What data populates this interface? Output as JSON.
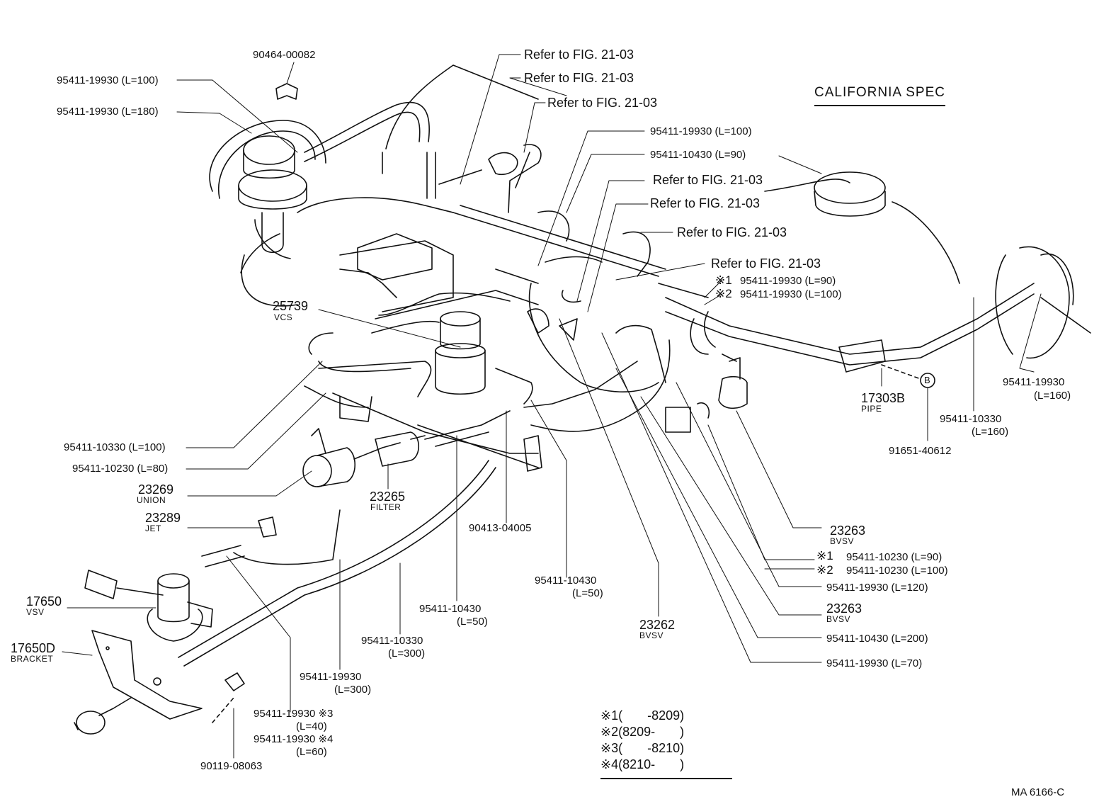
{
  "title": "CALIFORNIA SPEC",
  "drawing_code": "MA  6166-C",
  "parts": {
    "p90464": "90464-00082",
    "h100_top": "95411-19930 (L=100)",
    "h180_top": "95411-19930 (L=180)",
    "ref1": "Refer to FIG. 21-03",
    "ref2": "Refer to FIG. 21-03",
    "ref3": "Refer to FIG. 21-03",
    "h100_mid": "95411-19930 (L=100)",
    "h90_mid": "95411-10430 (L=90)",
    "ref4": "Refer to FIG. 21-03",
    "ref5": "Refer to FIG. 21-03",
    "ref6": "Refer to FIG. 21-03",
    "ref7": "Refer to FIG. 21-03",
    "n1_mark": "※1",
    "n1_text": "95411-19930 (L=90)",
    "n2_mark": "※2",
    "n2_text": "95411-19930 (L=100)",
    "p25739": "25739",
    "p25739_sub": "VCS",
    "p17303b": "17303B",
    "p17303b_sub": "PIPE",
    "circle_b": "B",
    "h160_r": "95411-19930",
    "h160_r_len": "(L=160)",
    "h10330_160": "95411-10330",
    "h10330_160_len": "(L=160)",
    "p91651": "91651-40612",
    "h10330_100": "95411-10330 (L=100)",
    "h10230_80": "95411-10230 (L=80)",
    "p23269": "23269",
    "p23269_sub": "UNION",
    "p23265": "23265",
    "p23265_sub": "FILTER",
    "p23289": "23289",
    "p23289_sub": "JET",
    "p90413": "90413-04005",
    "p23263a": "23263",
    "p23263a_sub": "BVSV",
    "r1_mark": "※1",
    "r1_text": "95411-10230 (L=90)",
    "r2_mark": "※2",
    "r2_text": "95411-10230 (L=100)",
    "h19930_120": "95411-19930 (L=120)",
    "p23263b": "23263",
    "p23263b_sub": "BVSV",
    "h10430_200": "95411-10430 (L=200)",
    "h19930_70": "95411-19930 (L=70)",
    "h10430_50a": "95411-10430",
    "h10430_50a_len": "(L=50)",
    "h10430_50b": "95411-10430",
    "h10430_50b_len": "(L=50)",
    "p23262": "23262",
    "p23262_sub": "BVSV",
    "p17650": "17650",
    "p17650_sub": "VSV",
    "p17650d": "17650D",
    "p17650d_sub": "BRACKET",
    "h10330_300": "95411-10330",
    "h10330_300_len": "(L=300)",
    "h19930_300": "95411-19930",
    "h19930_300_len": "(L=300)",
    "h19930_40": "95411-19930 ※3",
    "h19930_40_len": "(L=40)",
    "h19930_60": "95411-19930 ※4",
    "h19930_60_len": "(L=60)",
    "p90119": "90119-08063"
  },
  "legend": [
    "※1(       -8209)",
    "※2(8209-       )",
    "※3(       -8210)",
    "※4(8210-       )"
  ]
}
